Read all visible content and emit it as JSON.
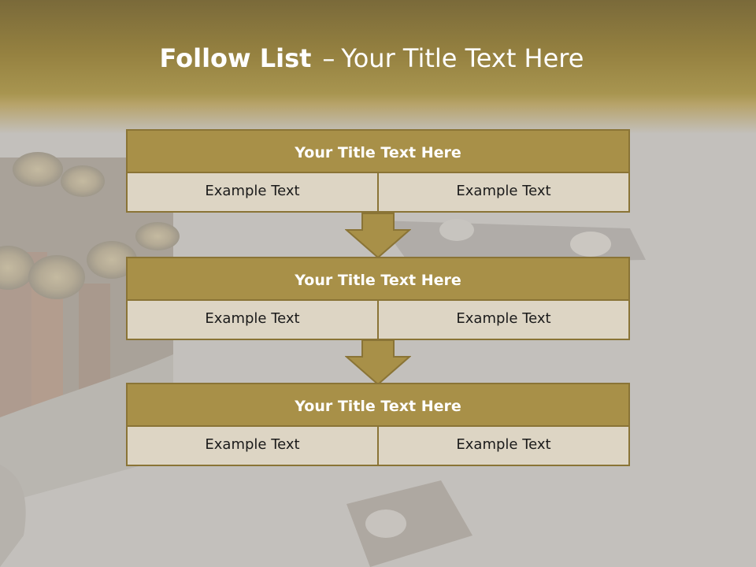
{
  "slide": {
    "title_strong": "Follow List",
    "title_dash": "–",
    "title_rest": "Your Title Text Here",
    "accent_color": "#a89048",
    "border_color": "#8a7436",
    "cell_color": "#ddd5c4"
  },
  "blocks": [
    {
      "title": "Your Title Text Here",
      "left": "Example Text",
      "right": "Example Text"
    },
    {
      "title": "Your Title Text Here",
      "left": "Example Text",
      "right": "Example Text"
    },
    {
      "title": "Your Title Text Here",
      "left": "Example Text",
      "right": "Example Text"
    }
  ]
}
